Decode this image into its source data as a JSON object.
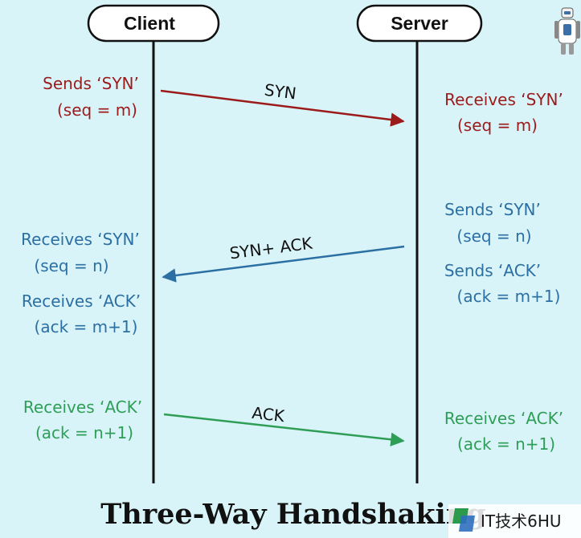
{
  "participants": {
    "client": "Client",
    "server": "Server"
  },
  "colors": {
    "background": "#d9f4f8",
    "syn": "#9b1b1b",
    "syn_ack": "#2b6fa3",
    "ack": "#2e9e57",
    "lifeline": "#111111"
  },
  "messages": {
    "syn": {
      "arrow_label": "SYN",
      "client_note": [
        "Sends ‘SYN’",
        "(seq = m)"
      ],
      "server_note": [
        "Receives ‘SYN’",
        "(seq = m)"
      ]
    },
    "syn_ack": {
      "arrow_label": "SYN+ ACK",
      "server_note": [
        "Sends ‘SYN’",
        "(seq = n)",
        "Sends ‘ACK’",
        "(ack = m+1)"
      ],
      "client_note": [
        "Receives ‘SYN’",
        "(seq = n)",
        "Receives ‘ACK’",
        "(ack = m+1)"
      ]
    },
    "ack": {
      "arrow_label": "ACK",
      "client_note": [
        "Receives ‘ACK’",
        "(ack = n+1)"
      ],
      "server_note": [
        "Receives ‘ACK’",
        "(ack = n+1)"
      ]
    }
  },
  "title": "Three-Way Handshaking",
  "watermark": {
    "text": "IT技术6HU",
    "icon": "robot-logo-icon"
  }
}
